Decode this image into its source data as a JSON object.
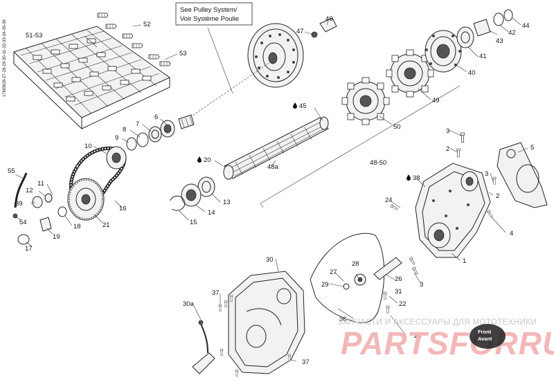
{
  "doc_code": "17M0828-27-28-29-30-31-32-33-34-35-36",
  "callout_box": {
    "line1": "See Pulley System/",
    "line2": "Voir Système Poulie"
  },
  "watermark": {
    "subtitle": "ЗАПЧАСТИ И АКСЕССУАРЫ ДЛЯ МОТОТЕХНИКИ",
    "brand": "PARTSFORRU"
  },
  "stamp": {
    "line1": "Front",
    "line2": "Avant"
  },
  "callouts": {
    "c1": "1",
    "c2": "2",
    "c2b": "2",
    "c3": "3",
    "c3b": "3",
    "c3c": "3",
    "c4": "4",
    "c5": "5",
    "c6": "6",
    "c7": "7",
    "c8": "8",
    "c9": "9",
    "c10": "10",
    "c11": "11",
    "c12": "12",
    "c13": "13",
    "c14": "14",
    "c15": "15",
    "c16": "16",
    "c17": "17",
    "c18": "18",
    "c19": "19",
    "c20": "20",
    "c21": "21",
    "c22": "22",
    "c23": "23",
    "c24": "24",
    "c26": "26",
    "c27": "27",
    "c28": "28",
    "c29": "29",
    "c30": "30",
    "c30a": "30a",
    "c31": "31",
    "c36": "36",
    "c37": "37",
    "c37b": "37",
    "c38": "38",
    "c39": "39",
    "c40": "40",
    "c41": "41",
    "c42": "42",
    "c43": "43",
    "c44": "44",
    "c45": "45",
    "c46": "46",
    "c47": "47",
    "c48a": "48a",
    "c4850": "48-50",
    "c49": "49",
    "c50": "50",
    "c5153": "51-53",
    "c52": "52",
    "c53": "53",
    "c54": "54",
    "c55": "55"
  },
  "icons": {
    "oil_drop": "oil-drop-icon",
    "front_arrow": "front-arrow-icon"
  }
}
